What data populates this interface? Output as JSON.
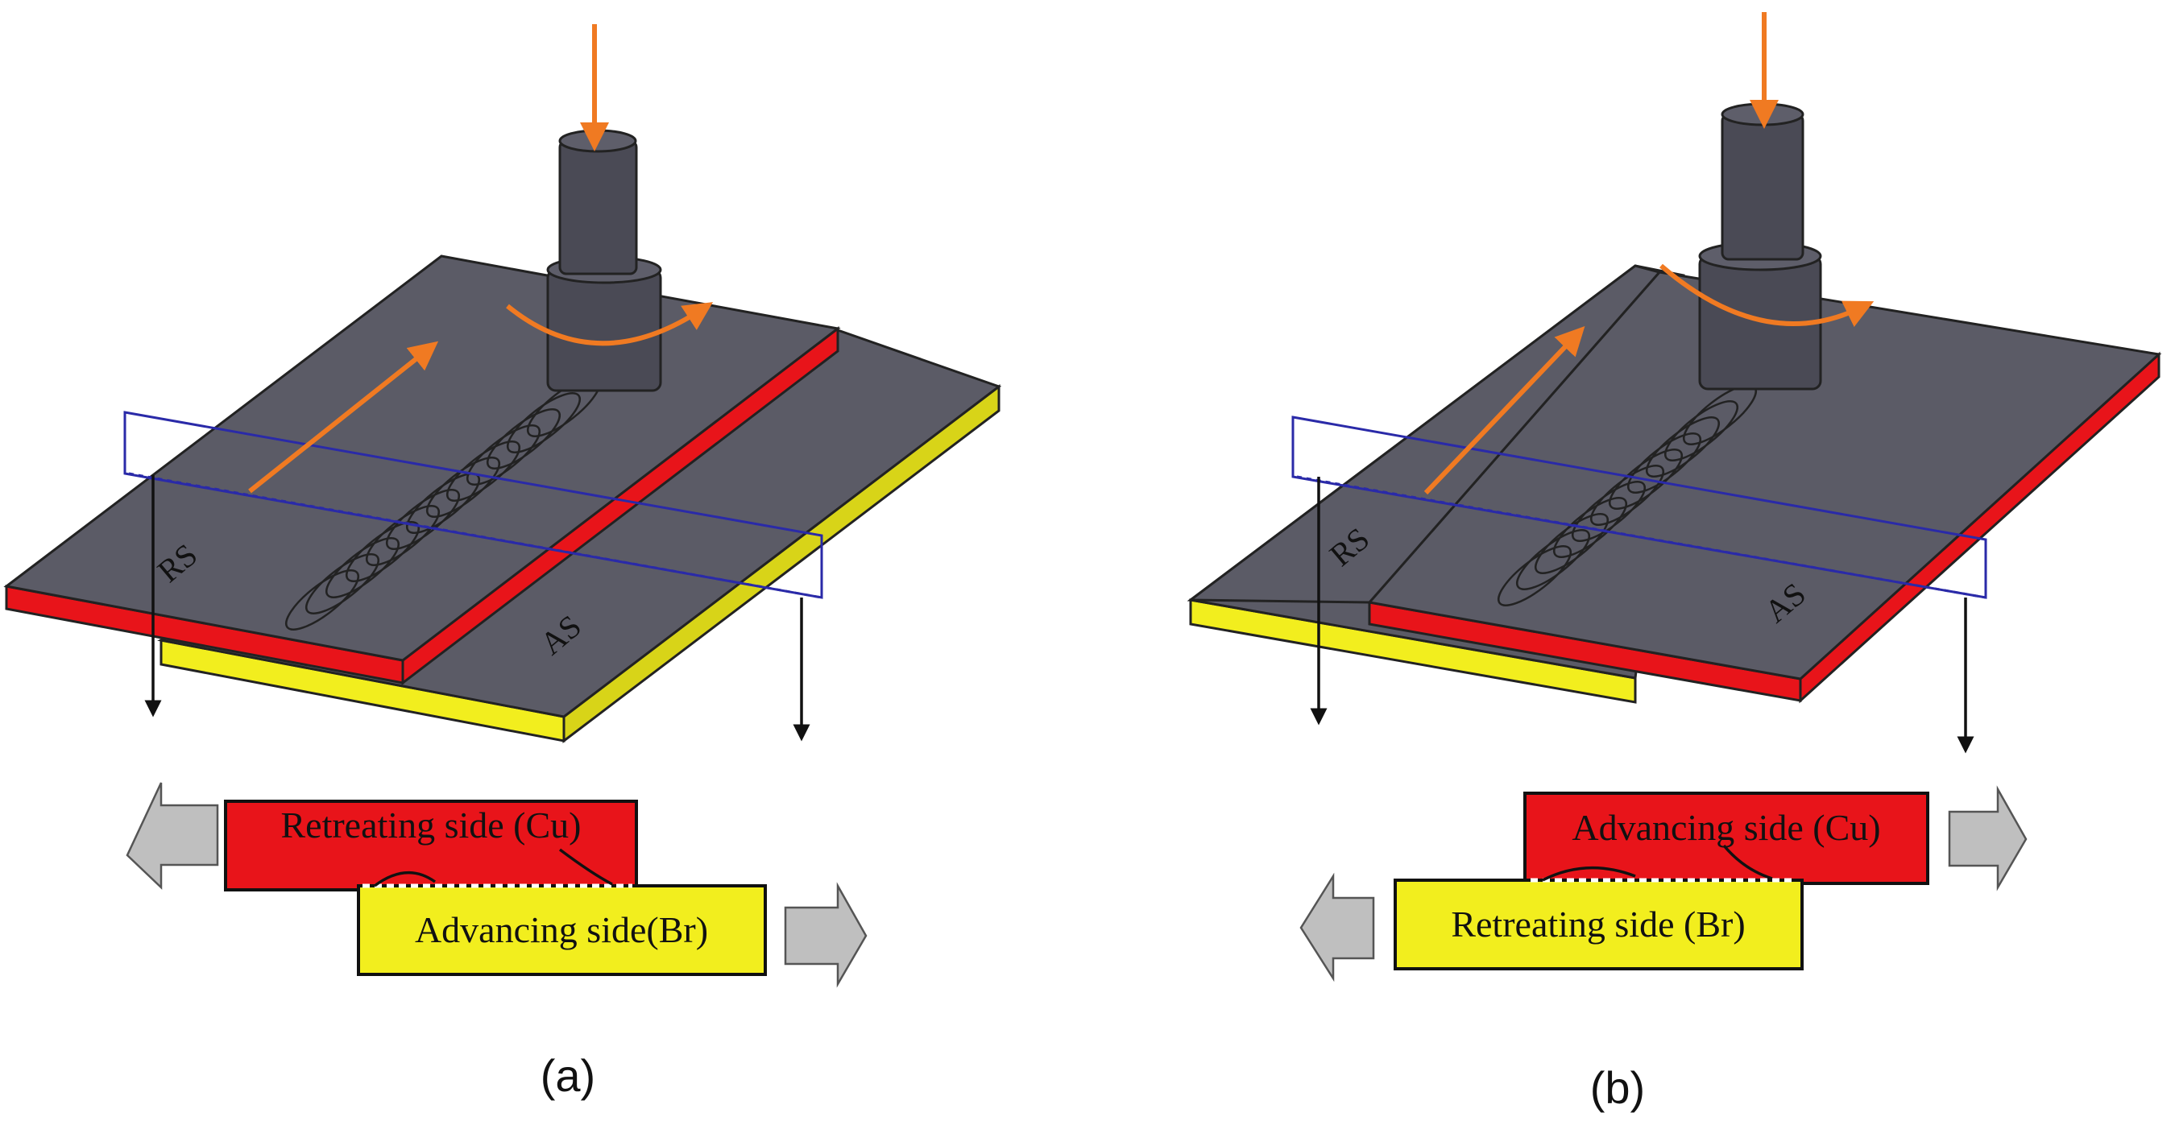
{
  "panels": [
    {
      "id": "a",
      "caption": "(a)",
      "rs_label": "RS",
      "as_label": "AS",
      "top_box": {
        "text": "Retreating side (Cu)"
      },
      "bottom_box": {
        "text": "Advancing side(Br)"
      }
    },
    {
      "id": "b",
      "caption": "(b)",
      "rs_label": "RS",
      "as_label": "AS",
      "top_box": {
        "text": "Advancing side (Cu)"
      },
      "bottom_box": {
        "text": "Retreating side (Br)"
      }
    }
  ],
  "colors": {
    "plate_top": "#5b5b66",
    "copper": "#e8141a",
    "brass": "#f2ee1e",
    "tool": "#4a4a55",
    "force_arrow": "#f07a22",
    "section_plane": "#2a2aa8",
    "gray_arrow": "#bfbfbf"
  }
}
